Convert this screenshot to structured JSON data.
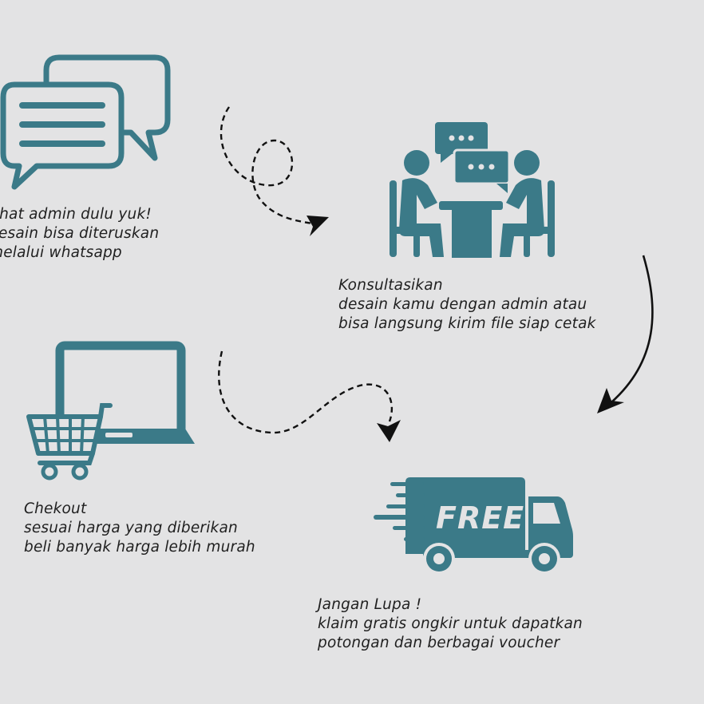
{
  "colors": {
    "background": "#e3e3e4",
    "icon_teal": "#3b7a88",
    "text": "#1f1f1f",
    "arrow": "#111111"
  },
  "steps": [
    {
      "icon": "chat-bubbles-icon",
      "lines": [
        "Chat admin dulu yuk!",
        "desain bisa diteruskan",
        "melalui whatsapp"
      ]
    },
    {
      "icon": "consultation-meeting-icon",
      "lines": [
        "Konsultasikan",
        "desain kamu dengan admin atau",
        "bisa langsung kirim file siap cetak"
      ]
    },
    {
      "icon": "laptop-cart-icon",
      "lines": [
        "Chekout",
        "sesuai harga yang diberikan",
        "beli banyak harga lebih murah"
      ]
    },
    {
      "icon": "delivery-truck-icon",
      "lines": [
        "Jangan Lupa !",
        "klaim gratis ongkir untuk dapatkan",
        "potongan dan berbagai voucher"
      ]
    }
  ],
  "truck_label": "FREE"
}
